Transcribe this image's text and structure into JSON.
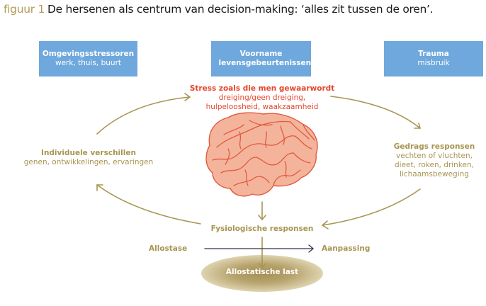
{
  "title": {
    "figure_label": "figuur 1",
    "text": "De hersenen als centrum van decision-making: ‘alles zit tussen de oren’."
  },
  "boxes": [
    {
      "heading": "Omgevingsstressoren",
      "detail": "werk, thuis, buurt"
    },
    {
      "heading": "Voorname levensgebeurtenissen",
      "detail": ""
    },
    {
      "heading": "Trauma",
      "detail": "misbruik"
    }
  ],
  "stress": {
    "heading": "Stress zoals die men gewaarwordt",
    "line1": "dreiging/geen dreiging,",
    "line2": "hulpeloosheid, waakzaamheid"
  },
  "individual": {
    "heading": "Individuele verschillen",
    "detail": "genen, ontwikkelingen, ervaringen"
  },
  "behavior": {
    "heading": "Gedrags responsen",
    "line1": "vechten of vluchten,",
    "line2": "dieet, roken, drinken,",
    "line3": "lichaamsbeweging"
  },
  "physiological": {
    "heading": "Fysiologische responsen"
  },
  "allostasis": {
    "label": "Allostase"
  },
  "adaptation": {
    "label": "Aanpassing"
  },
  "allostatic_load": {
    "label": "Allostatische last"
  },
  "colors": {
    "box_blue": "#6fa8dc",
    "accent_gold": "#a89552",
    "stress_red": "#e4472e",
    "brain_fill": "#f4b49c",
    "arrow_dark": "#2e3447"
  }
}
